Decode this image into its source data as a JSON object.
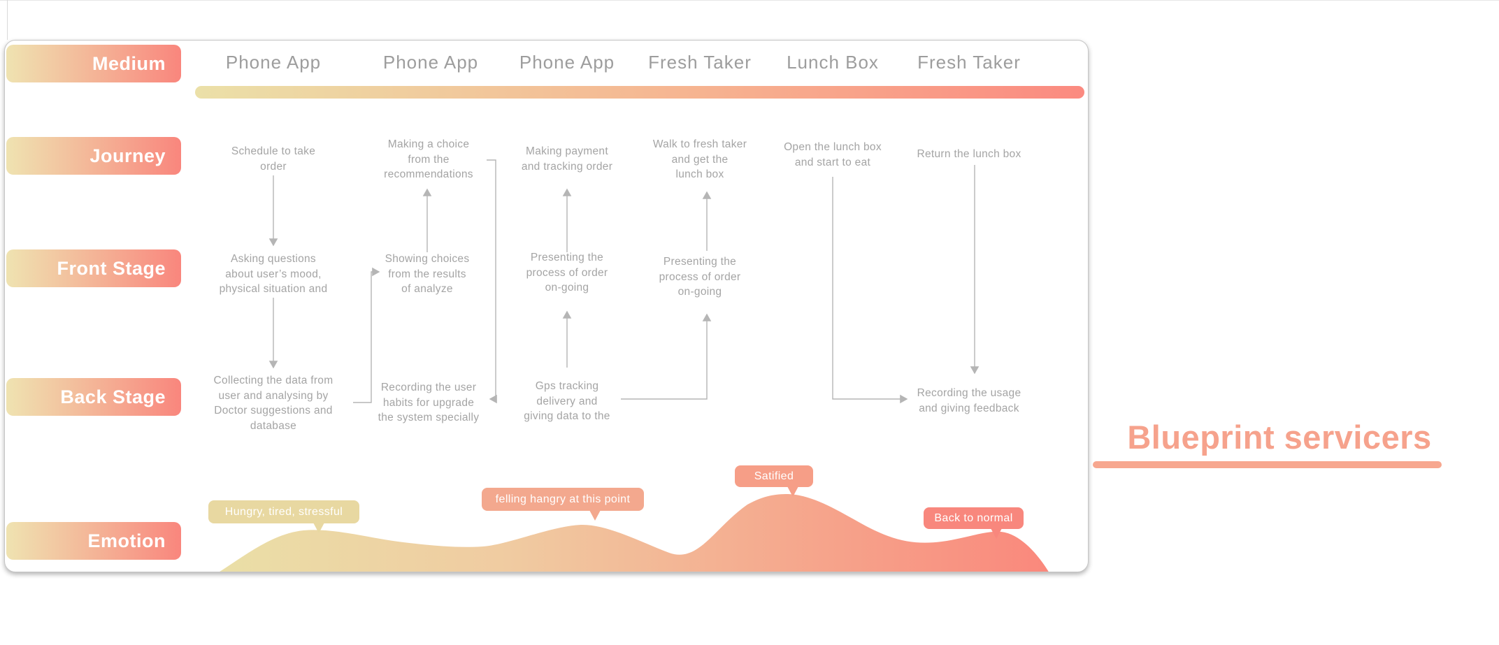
{
  "title": {
    "text": "Blueprint servicers"
  },
  "card": {
    "rows": [
      {
        "label": "Medium"
      },
      {
        "label": "Journey"
      },
      {
        "label": "Front Stage"
      },
      {
        "label": "Back Stage"
      },
      {
        "label": "Emotion"
      }
    ],
    "columns": [
      {
        "label": "Phone App"
      },
      {
        "label": "Phone App"
      },
      {
        "label": "Phone App"
      },
      {
        "label": "Fresh Taker"
      },
      {
        "label": "Lunch Box"
      },
      {
        "label": "Fresh Taker"
      }
    ],
    "journey": [
      {
        "text": "Schedule to take\norder"
      },
      {
        "text": "Making a choice\nfrom the\nrecommendations"
      },
      {
        "text": "Making payment\nand tracking order"
      },
      {
        "text": "Walk to fresh taker\nand get the\nlunch box"
      },
      {
        "text": "Open the lunch box\nand start to eat"
      },
      {
        "text": "Return the lunch box"
      }
    ],
    "front_stage": [
      {
        "text": "Asking questions\nabout user’s mood,\nphysical situation and"
      },
      {
        "text": "Showing choices\nfrom the results\nof analyze"
      },
      {
        "text": "Presenting the\nprocess of order\non-going"
      },
      {
        "text": "Presenting the\nprocess of order\non-going"
      }
    ],
    "back_stage": [
      {
        "text": "Collecting the data from\nuser and analysing by\nDoctor suggestions and\ndatabase"
      },
      {
        "text": "Recording the user\nhabits for upgrade\nthe system specially"
      },
      {
        "text": "Gps tracking\ndelivery and\ngiving data to the"
      },
      {
        "text": "Recording the usage\nand giving feedback"
      }
    ],
    "emotion_labels": [
      {
        "text": "Hungry, tired, stressful"
      },
      {
        "text": "felling hangry at this point"
      },
      {
        "text": "Satified"
      },
      {
        "text": "Back to normal"
      }
    ]
  },
  "colors": {
    "pill_gradient_from": "#efe3b1",
    "pill_gradient_to": "#f9867d",
    "medium_bar_from": "#ebe0a8",
    "medium_bar_to": "#fb8a80",
    "header_text": "#9d9d9d",
    "node_text": "#a4a4a4",
    "arrow": "#b5b5b5",
    "wave_from": "#eadfa7",
    "wave_to": "#fa887c",
    "bubble_hungry": "#e8d8a1",
    "bubble_hangry": "#f3a88e",
    "bubble_satified": "#f69e87",
    "bubble_back_to_normal": "#f8877d",
    "title_text": "#f6a28c"
  }
}
